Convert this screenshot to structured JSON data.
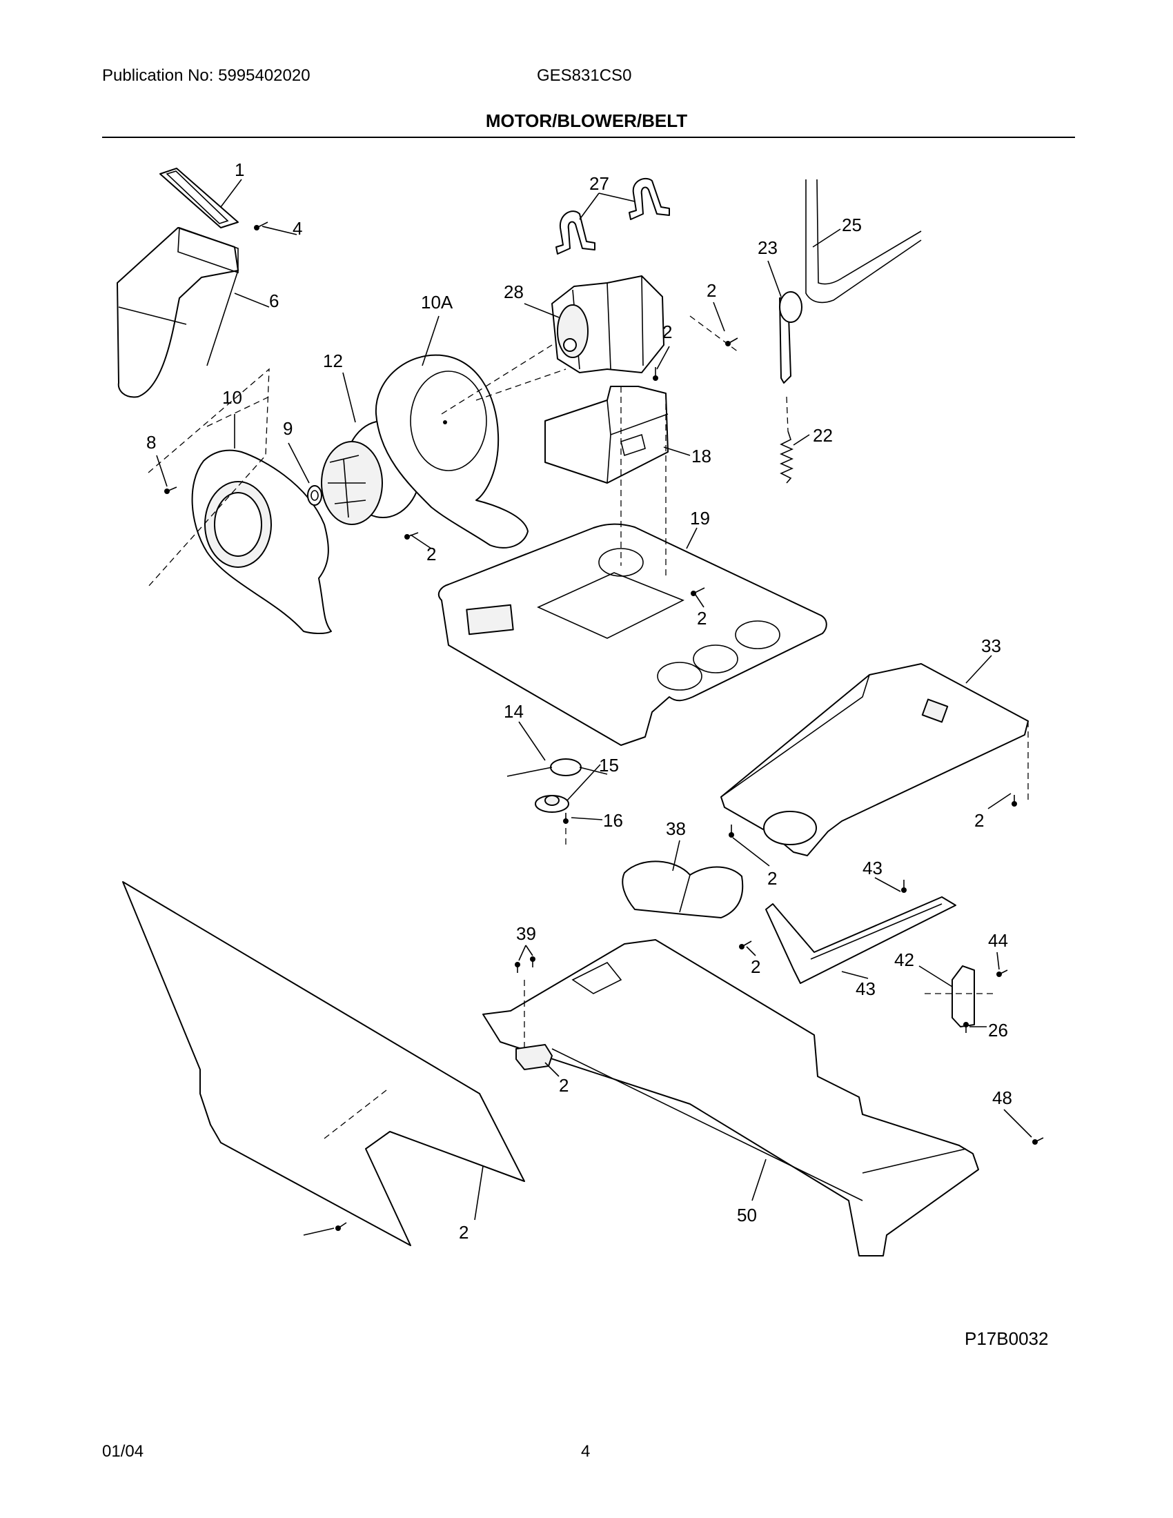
{
  "header": {
    "publication": "Publication No: 5995402020",
    "model": "GES831CS0",
    "section_title": "MOTOR/BLOWER/BELT"
  },
  "diagram": {
    "callouts": [
      "1",
      "4",
      "6",
      "10A",
      "12",
      "10",
      "9",
      "8",
      "2",
      "27",
      "28",
      "2",
      "2",
      "25",
      "23",
      "22",
      "18",
      "19",
      "2",
      "33",
      "14",
      "15",
      "16",
      "38",
      "2",
      "2",
      "43",
      "39",
      "2",
      "44",
      "42",
      "43",
      "26",
      "2",
      "48",
      "50",
      "2"
    ]
  },
  "footer": {
    "figure_code": "P17B0032",
    "date": "01/04",
    "page": "4"
  }
}
